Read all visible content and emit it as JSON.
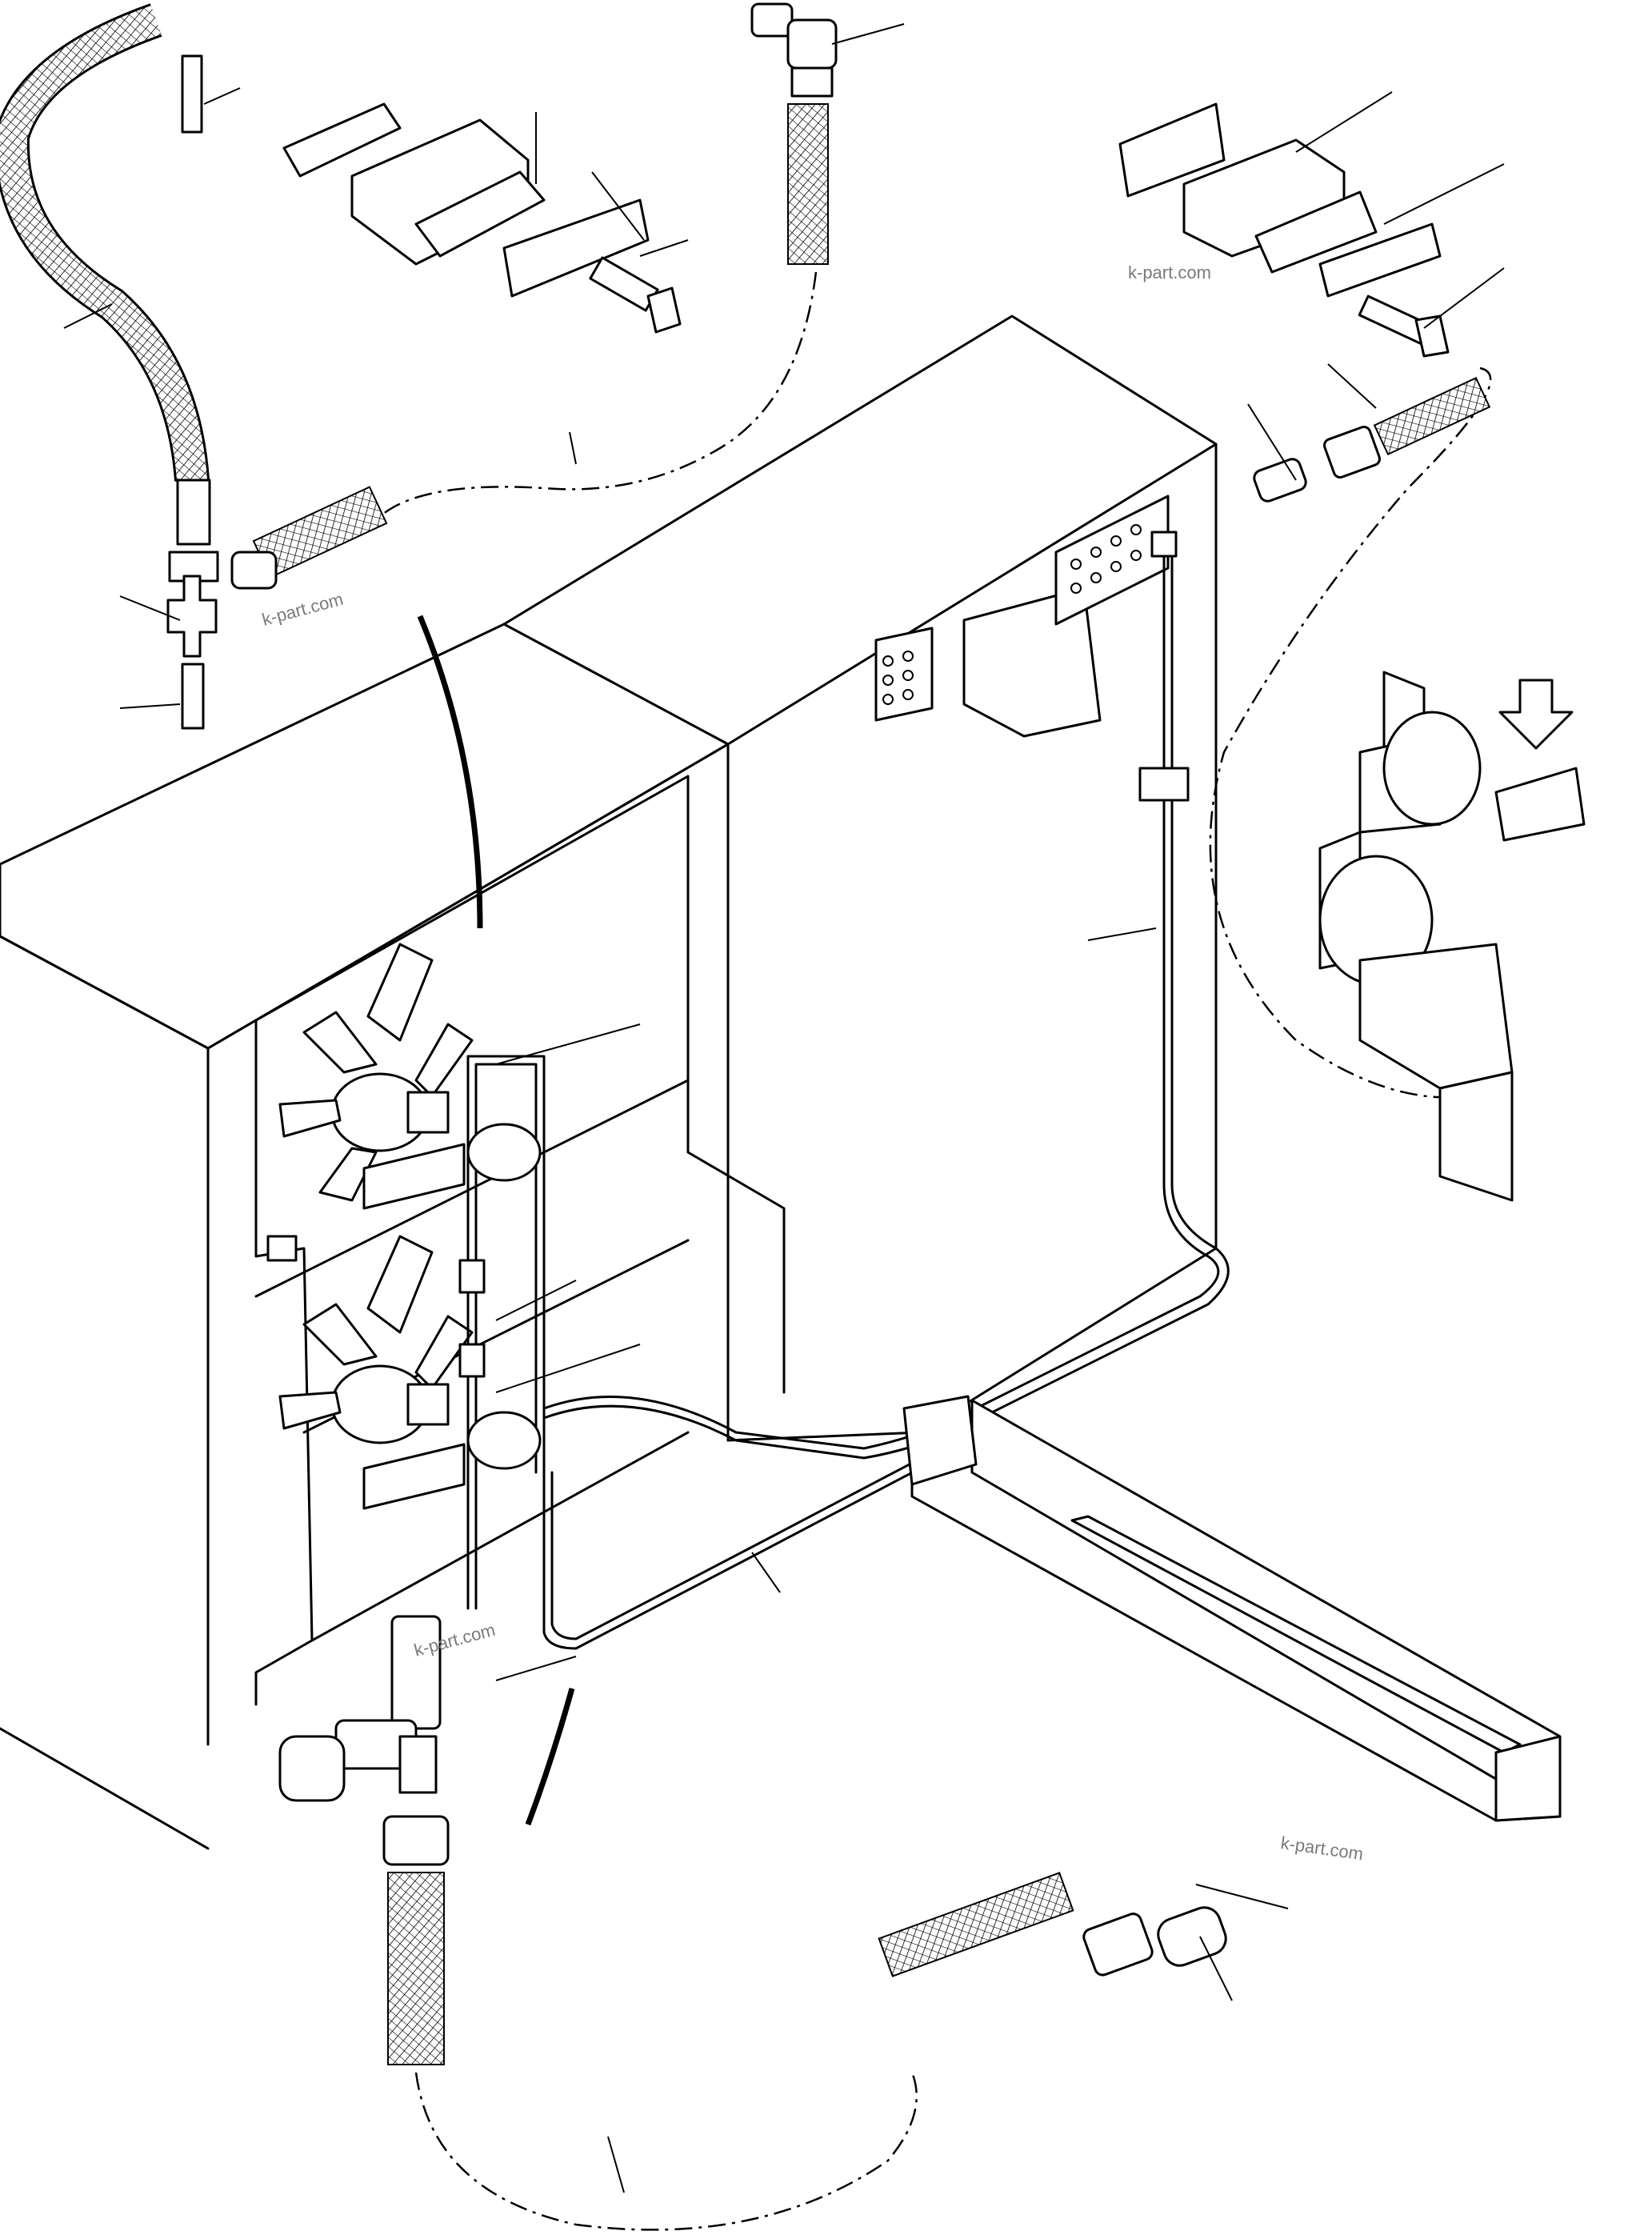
{
  "watermarks": [
    "k-part.com",
    "k-part.com",
    "k-part.com",
    "k-part.com"
  ],
  "colors": {
    "line": "#000000",
    "background": "#ffffff",
    "watermark": "#7a7a7a"
  }
}
